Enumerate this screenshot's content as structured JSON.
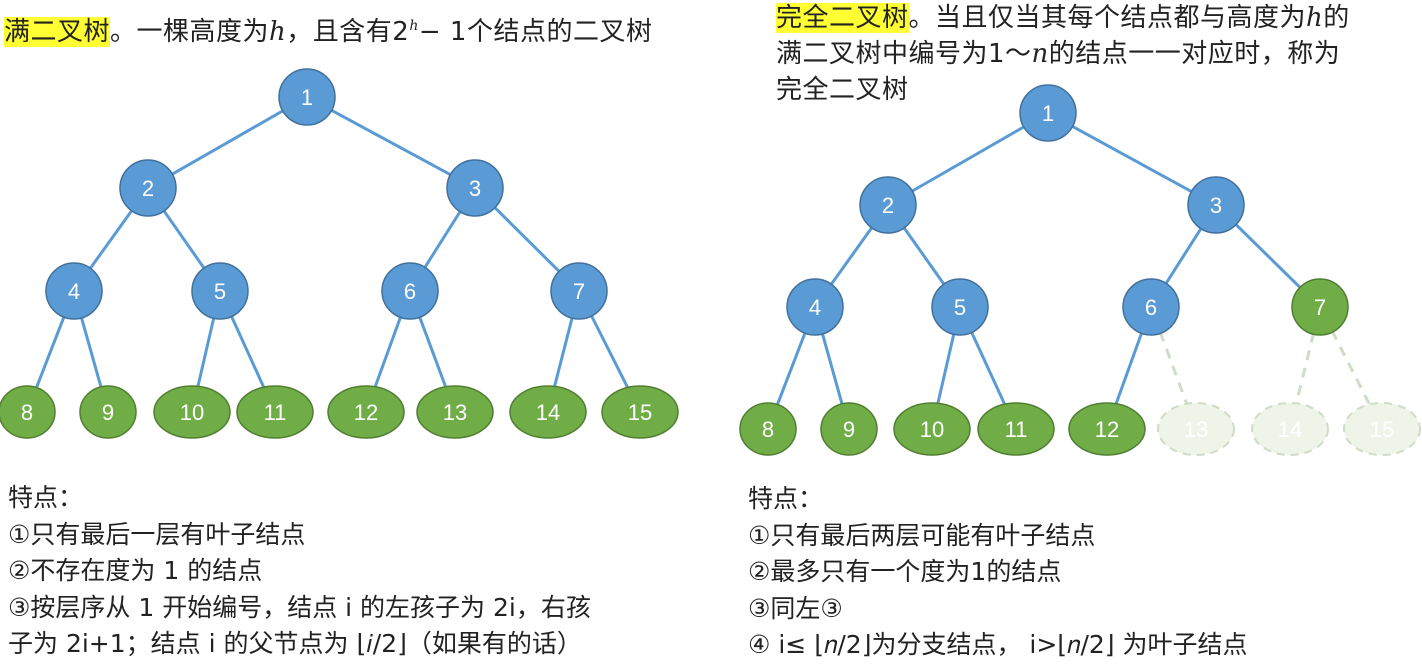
{
  "left": {
    "title_highlight": "满二叉树",
    "title_p1": "。一棵高度为",
    "title_var": "h",
    "title_p2": "，且含有2",
    "title_sup": "h",
    "title_p3": "− 1个结点的二叉树",
    "nodes": [
      "1",
      "2",
      "3",
      "4",
      "5",
      "6",
      "7",
      "8",
      "9",
      "10",
      "11",
      "12",
      "13",
      "14",
      "15"
    ],
    "features": [
      "特点：",
      "①只有最后一层有叶子结点",
      "②不存在度为 1 的结点",
      "③按层序从 1 开始编号，结点 i 的左孩子为 2i，右孩",
      "子为 2i+1；结点 i 的父节点为 ⌊𝑖/2⌋（如果有的话）"
    ]
  },
  "right": {
    "title_highlight": "完全二叉树",
    "title_p1": "。当且仅当其每个结点都与高度为",
    "title_var": "h",
    "title_p2": "的",
    "title_line2_a": "满二叉树中编号为1～",
    "title_line2_var": "n",
    "title_line2_b": "的结点一一对应时，称为",
    "title_line3": "完全二叉树",
    "nodes": [
      "1",
      "2",
      "3",
      "4",
      "5",
      "6",
      "7",
      "8",
      "9",
      "10",
      "11",
      "12",
      "13",
      "14",
      "15"
    ],
    "features": [
      "特点：",
      "①只有最后两层可能有叶子结点",
      "②最多只有一个度为1的结点",
      "③同左③",
      "④ i≤ ⌊𝑛/2⌋为分支结点， i>⌊𝑛/2⌋ 为叶子结点"
    ]
  },
  "colors": {
    "blue": "#5b9bd5",
    "blue_stroke": "#41719c",
    "green": "#70ad47",
    "green_stroke": "#507e32",
    "ghost_fill": "#eef5e8",
    "ghost_stroke": "#cfdcc6",
    "edge": "#5b9bd5",
    "highlight": "#ffff33"
  }
}
